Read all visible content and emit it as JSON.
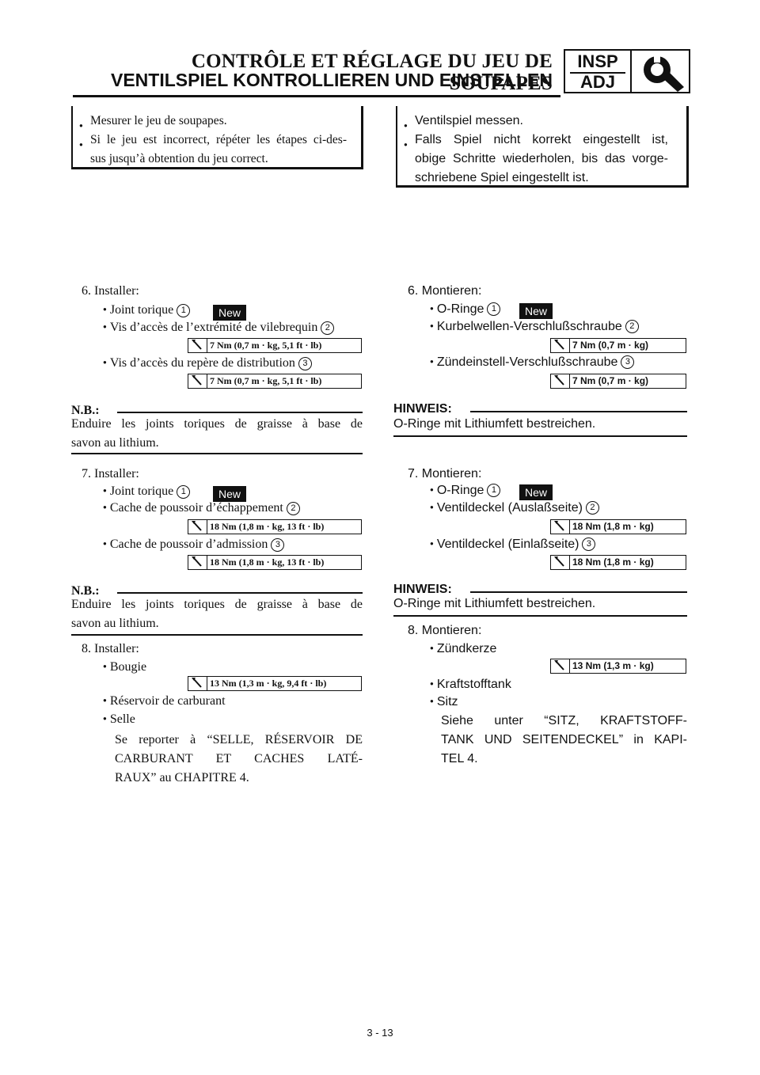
{
  "header": {
    "title_fr": "CONTRÔLE ET RÉGLAGE DU JEU DE SOUPAPES",
    "title_de": "VENTILSPIEL KONTROLLIEREN UND EINSTELLEN",
    "badge_line1": "INSP",
    "badge_line2": "ADJ",
    "badge_icon": "wrench-icon"
  },
  "box_fr": {
    "items": [
      "Mesurer le jeu de soupapes.",
      "Si le jeu est incorrect, répéter les étapes ci-des-",
      "sus jusqu’à obtention du jeu correct."
    ]
  },
  "box_de": {
    "items": [
      "Ventilspiel messen.",
      "Falls Spiel nicht korrekt eingestellt ist,",
      "obige Schritte wiederholen, bis das vorge-",
      "schriebene Spiel eingestellt ist."
    ]
  },
  "new_label": "New",
  "fr": {
    "s6_head": "6.  Installer:",
    "s6_a": "Joint torique",
    "s6_b": "Vis d’accès de l’extrémité de vilebrequin",
    "s6_b_torque": "7 Nm (0,7 m · kg, 5,1 ft · lb)",
    "s6_c": "Vis d’accès du repère de distribution",
    "s6_c_torque": "7 Nm (0,7 m · kg, 5,1 ft · lb)",
    "nb1_head": "N.B.:",
    "nb1_l1": "Enduire les joints toriques de graisse à base de",
    "nb1_l2": "savon au lithium.",
    "s7_head": "7.  Installer:",
    "s7_a": "Joint torique",
    "s7_b": "Cache de poussoir d’échappement",
    "s7_b_torque": "18 Nm (1,8 m · kg, 13 ft · lb)",
    "s7_c": "Cache de poussoir d’admission",
    "s7_c_torque": "18 Nm (1,8 m · kg, 13 ft · lb)",
    "nb2_head": "N.B.:",
    "nb2_l1": "Enduire les joints toriques de graisse à base de",
    "nb2_l2": "savon au lithium.",
    "s8_head": "8.  Installer:",
    "s8_a": "Bougie",
    "s8_a_torque": "13 Nm (1,3 m · kg, 9,4 ft · lb)",
    "s8_b": "Réservoir de carburant",
    "s8_c": "Selle",
    "s8_ref_l1": "Se reporter à “SELLE, RÉSERVOIR DE",
    "s8_ref_l2": "CARBURANT ET CACHES LATÉ-",
    "s8_ref_l3": "RAUX” au CHAPITRE 4."
  },
  "de": {
    "s6_head": "6.  Montieren:",
    "s6_a": "O-Ringe",
    "s6_b": "Kurbelwellen-Verschlußschraube",
    "s6_b_torque": "7 Nm (0,7 m · kg)",
    "s6_c": "Zündeinstell-Verschlußschraube",
    "s6_c_torque": "7 Nm (0,7 m · kg)",
    "h1_head": "HINWEIS:",
    "h1_l1": "O-Ringe mit Lithiumfett bestreichen.",
    "s7_head": "7.  Montieren:",
    "s7_a": "O-Ringe",
    "s7_b": "Ventildeckel (Auslaßseite)",
    "s7_b_torque": "18 Nm (1,8 m · kg)",
    "s7_c": "Ventildeckel (Einlaßseite)",
    "s7_c_torque": "18 Nm (1,8 m · kg)",
    "h2_head": "HINWEIS:",
    "h2_l1": "O-Ringe mit Lithiumfett bestreichen.",
    "s8_head": "8.  Montieren:",
    "s8_a": "Zündkerze",
    "s8_a_torque": "13 Nm (1,3 m · kg)",
    "s8_b": "Kraftstofftank",
    "s8_c": "Sitz",
    "s8_ref_l1": "Siehe unter “SITZ, KRAFTSTOFF-",
    "s8_ref_l2": "TANK UND SEITENDECKEL” in KAPI-",
    "s8_ref_l3": "TEL 4."
  },
  "markers": {
    "m1": "1",
    "m2": "2",
    "m3": "3"
  },
  "page_number": "3 - 13"
}
